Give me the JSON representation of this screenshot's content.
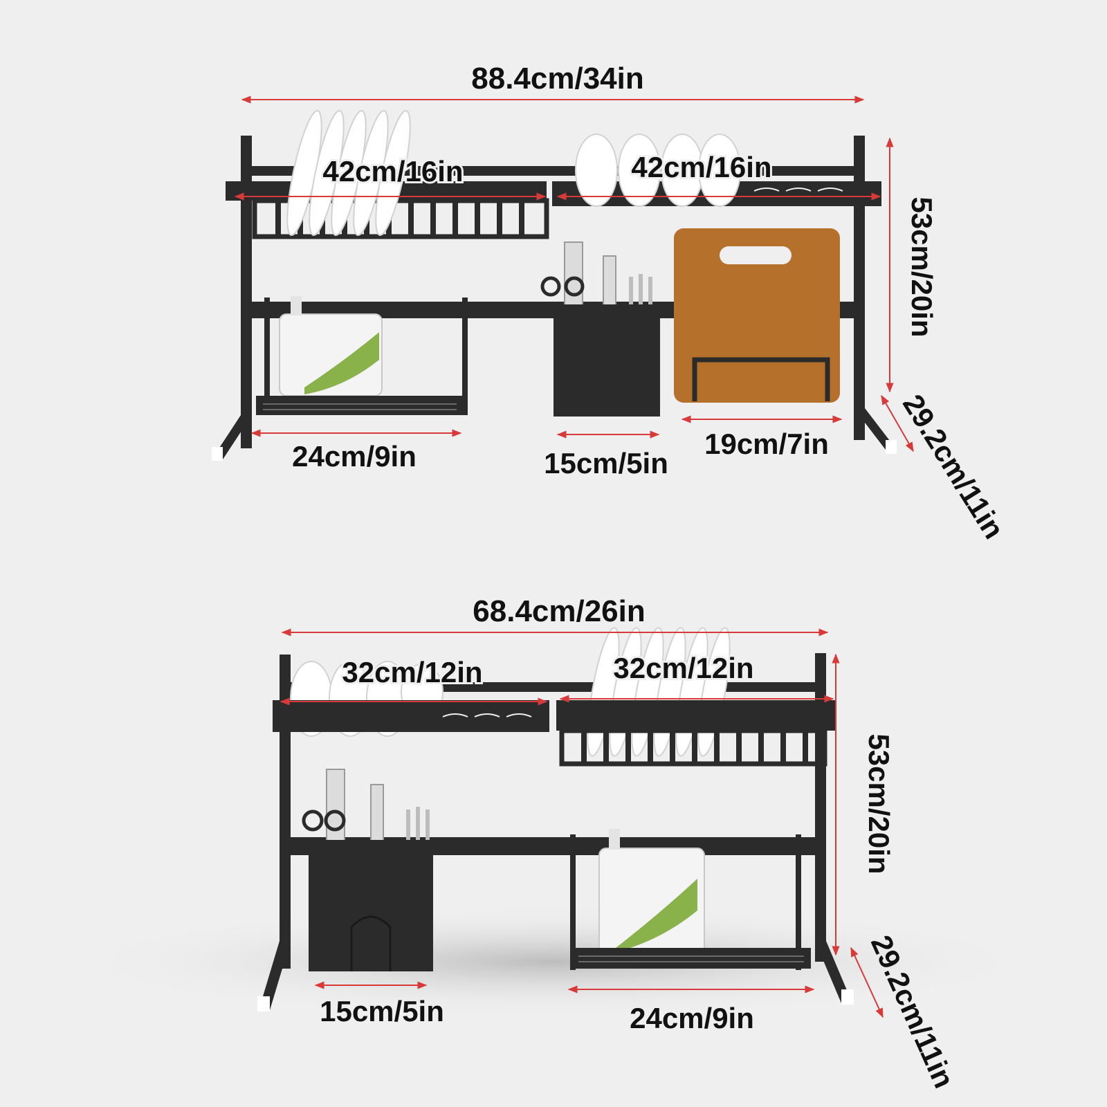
{
  "colors": {
    "background": "#efefef",
    "frame": "#2b2b2b",
    "dimension_line": "#d83a3a",
    "board": "#b5702c",
    "label": "#111111"
  },
  "top_rack": {
    "overall_width": "88.4cm/34in",
    "left_shelf": "42cm/16in",
    "right_shelf": "42cm/16in",
    "height": "53cm/20in",
    "depth": "29.2cm/11in",
    "basket": "24cm/9in",
    "utensil_holder": "15cm/5in",
    "board_holder": "19cm/7in"
  },
  "bottom_rack": {
    "overall_width": "68.4cm/26in",
    "left_shelf": "32cm/12in",
    "right_shelf": "32cm/12in",
    "height": "53cm/20in",
    "depth": "29.2cm/11in",
    "utensil_holder": "15cm/5in",
    "basket": "24cm/9in"
  }
}
